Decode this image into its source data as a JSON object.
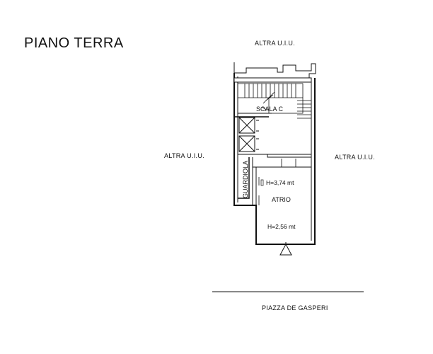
{
  "title": "PIANO TERRA",
  "labels": {
    "top_neighbor": "ALTRA U.I.U.",
    "left_neighbor": "ALTRA U.I.U.",
    "right_neighbor": "ALTRA U.I.U."
  },
  "rooms": {
    "stair": "SCALA C",
    "guard": "GUARDIOLA",
    "atrium": "ATRIO",
    "height_upper": "H=3,74 mt",
    "height_lower": "H=2,56 mt"
  },
  "street": "PIAZZA DE GASPERI"
}
